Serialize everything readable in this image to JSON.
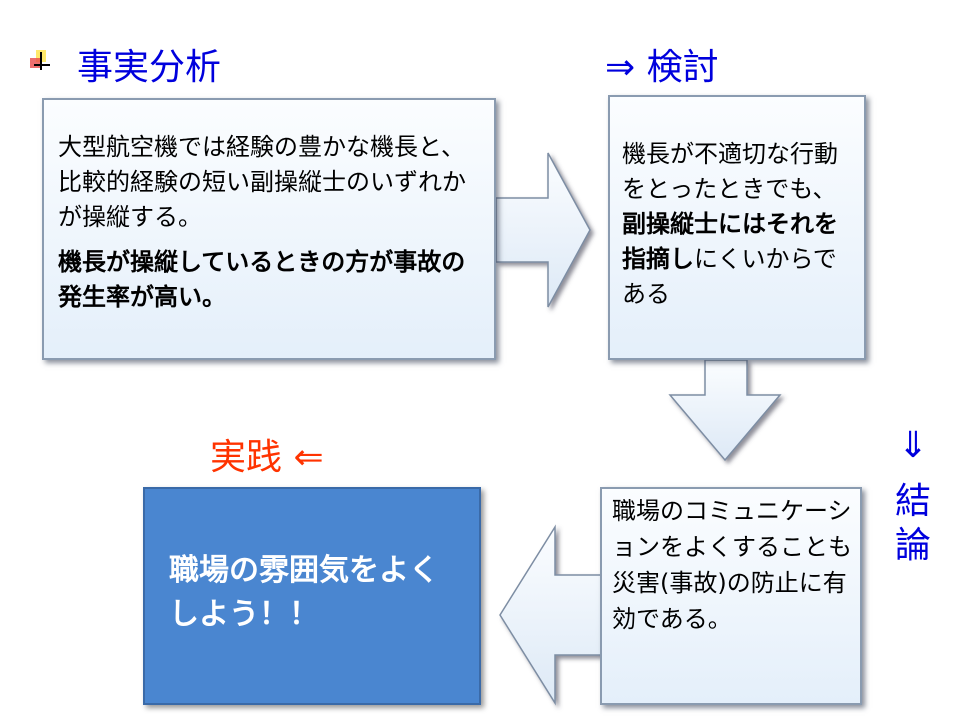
{
  "headings": {
    "fact": "事実分析",
    "review": "⇒ 検討",
    "practice": "実践 ⇐",
    "conclusion_arrow": "⇓",
    "conclusion": "結論"
  },
  "box_fact": {
    "p1": "大型航空機では経験の豊かな機長と、比較的経験の短い副操縦士のいずれかが操縦する。",
    "p2": "機長が操縦しているときの方が事故の発生率が高い。"
  },
  "box_review": {
    "pre": "機長が不適切な行動をとったときでも、",
    "bold": "副操縦士にはそれを指摘し",
    "post": "にくいからである"
  },
  "box_conclusion": "職場のコミュニケーションをよくすることも災害(事故)の防止に有効である。",
  "box_practice": "職場の雰囲気をよくしよう！！",
  "colors": {
    "heading_blue": "#0000dd",
    "practice_red": "#ff3300",
    "practice_box": "#4a86d0"
  }
}
